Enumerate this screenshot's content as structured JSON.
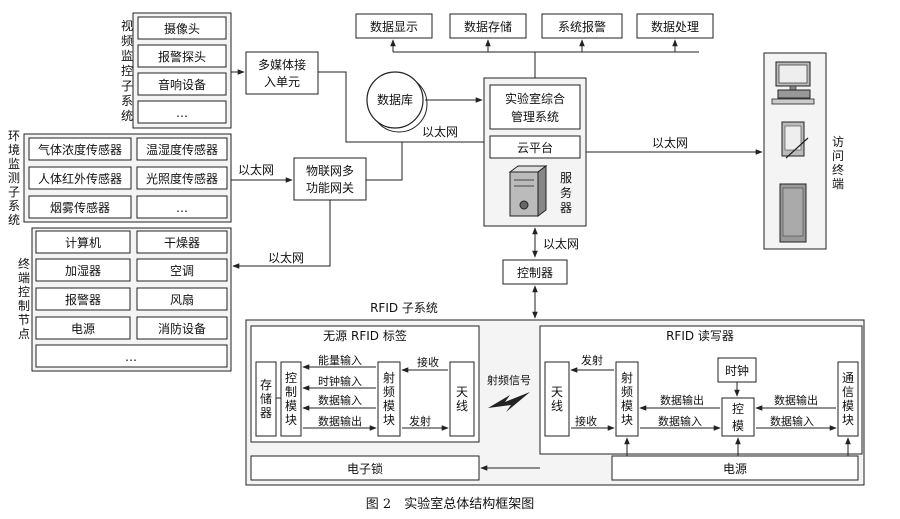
{
  "video_subsystem": {
    "title": [
      "视",
      "频",
      "监",
      "控",
      "子",
      "系",
      "统"
    ],
    "items": [
      "摄像头",
      "报警探头",
      "音响设备",
      "…"
    ]
  },
  "env_subsystem": {
    "title": [
      "环",
      "境",
      "监",
      "测",
      "子",
      "系",
      "统"
    ],
    "items": [
      "气体浓度传感器",
      "温湿度传感器",
      "人体红外传感器",
      "光照度传感器",
      "烟雾传感器",
      "…"
    ]
  },
  "terminal_nodes": {
    "title": [
      "终",
      "端",
      "控",
      "制",
      "节",
      "点"
    ],
    "items": [
      "计算机",
      "干燥器",
      "加湿器",
      "空调",
      "报警器",
      "风扇",
      "电源",
      "消防设备",
      "…"
    ]
  },
  "multimedia_unit": [
    "多媒体接",
    "入单元"
  ],
  "iot_gateway": [
    "物联网多",
    "功能网关"
  ],
  "database": "数据库",
  "top_functions": [
    "数据显示",
    "数据存储",
    "系统报警",
    "数据处理"
  ],
  "mgmt_system": [
    "实验室综合",
    "管理系统"
  ],
  "cloud_platform": "云平台",
  "server_label": [
    "服",
    "务",
    "器"
  ],
  "ethernet": "以太网",
  "controller": "控制器",
  "access_terminal": [
    "访",
    "问",
    "终",
    "端"
  ],
  "rfid": {
    "subsystem": "RFID 子系统",
    "tag_title": "无源 RFID 标签",
    "reader_title": "RFID 读写器",
    "storage": [
      "存",
      "储",
      "器"
    ],
    "control_module": [
      "控",
      "制",
      "模",
      "块"
    ],
    "rf_module": [
      "射",
      "频",
      "模",
      "块"
    ],
    "antenna": [
      "天",
      "线"
    ],
    "energy_in": "能量输入",
    "clock_in": "时钟输入",
    "data_in": "数据输入",
    "data_out": "数据输出",
    "receive": "接收",
    "transmit": "发射",
    "rf_signal": "射频信号",
    "clock": "时钟",
    "comm_module": [
      "通",
      "信",
      "模",
      "块"
    ],
    "power": "电源",
    "lock": "电子锁"
  },
  "caption": "图 2　实验室总体结构框架图"
}
